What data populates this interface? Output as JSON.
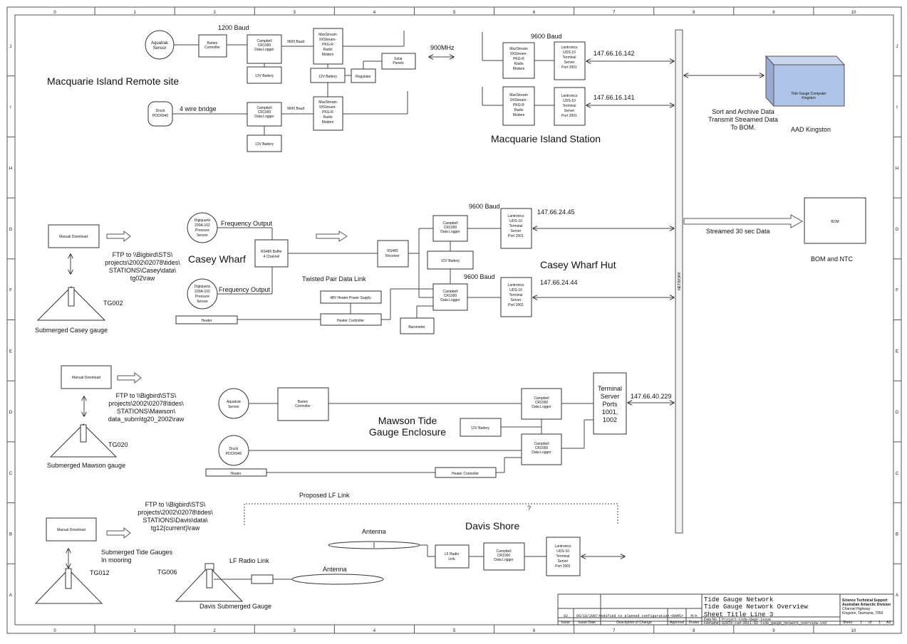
{
  "grid": {
    "columns": [
      "0",
      "1",
      "2",
      "3",
      "4",
      "5",
      "6",
      "7",
      "8",
      "9",
      "10"
    ],
    "rows": [
      "J",
      "I",
      "H",
      "G",
      "F",
      "E",
      "D",
      "C",
      "B",
      "A"
    ]
  },
  "macquarie": {
    "site_title": "Macquarie Island Remote site",
    "station_title": "Macquarie Island Station",
    "aquatrak": "Aquatrak\nSensor",
    "baud_1200": "1200 Baud",
    "bartex": "Bartex\nController",
    "campbell_a": "Campbell\nCR1000\nData Logger",
    "campbell_b": "Campbell\nCR1000\nData Logger",
    "baud_9600_a": "9600 Baud",
    "baud_9600_b": "9600 Baud",
    "modem_a": "MaxStream\n9XStream-\nPKG-R\nRadio\nModem",
    "modem_b": "MaxStream\n9XStream-\nPKG-R\nRadio\nModem",
    "battery_a": "12V Battery",
    "battery_b": "12V Battery",
    "battery_c": "12V Battery",
    "regulator": "Regulator",
    "solar": "Solar\nPanels",
    "freq_900": "900MHz",
    "druck": "Druck\nPDCR940",
    "wire_bridge": "4 wire bridge",
    "station_baud": "9600 Baud",
    "station_modem_a": "MaxStream\n9XStream-\nPKG-R\nRadio\nModem",
    "station_modem_b": "MaxStream\n9XStream-\nPKG-R\nRadio\nModem",
    "lantronics_a": "Lantronics\nUDS-10\nTerminal\nServer\nPort 2001",
    "lantronics_b": "Lantronics\nUDS-10\nTerminal\nServer\nPort 2001",
    "ip_a": "147.66.16.142",
    "ip_b": "147.66.16.141"
  },
  "kingston": {
    "box": "Tide Gauge Computer\nKingston",
    "note": "Sort and Archive Data\nTransmit Streamed Data\nTo BOM.",
    "label": "AAD Kingston"
  },
  "bom": {
    "box": "BOM",
    "stream": "Streamed 30 sec Data",
    "label": "BOM and NTC"
  },
  "network_label": "NETWORK",
  "casey": {
    "manual": "Manual Download",
    "ftp": "FTP to \\\\Bigbird\\STS\\\nprojects\\2002\\02078\\tides\\\nSTATIONS\\Casey\\data\\\ntg02\\raw",
    "gauge_id": "TG002",
    "gauge_caption": "Submerged Casey gauge",
    "digiquartz_a": "Digiquartz\n230A-102\nPressure\nSensor",
    "digiquartz_b": "Digiquartz\n230A-102\nPressure\nSensor",
    "freq_a": "Frequency Output",
    "freq_b": "Frequency Output",
    "wharf_title": "Casey Wharf",
    "rs485_buffer": "RS485 Buffer\n4 Channel",
    "rs485_receiver": "RS485\nReceiver",
    "twisted_pair": "Twisted Pair Data Link",
    "heater_power": "48V Heater Power Supply",
    "heater": "Heater",
    "heater_controller": "Heater Controller",
    "barometer": "Barometer",
    "battery": "12V Battery",
    "baud_a": "9600 Baud",
    "baud_b": "9600 Baud",
    "campbell_a": "Campbell\nCR1000\nData Logger",
    "campbell_b": "Campbell\nCR1000\nData Logger",
    "lantronics_a": "Lantronics\nUDS-10\nTerminal\nServer\nPort 2001",
    "lantronics_b": "Lantronics\nUDS-10\nTerminal\nServer\nPort 2001",
    "ip_a": "147.66.24.45",
    "ip_b": "147.66.24.44",
    "hut_title": "Casey Wharf Hut"
  },
  "mawson": {
    "manual": "Manual Download",
    "ftp": "FTP to \\\\Bigbird\\STS\\\nprojects\\2002\\02078\\tides\\\nSTATIONS\\Mawson\\\ndata_subm\\tg20_2002\\raw",
    "gauge_id": "TG020",
    "gauge_caption": "Submerged Mawson gauge",
    "aquatrak": "Aquatrak\nSensor",
    "bartex": "Bartex\nController",
    "druck": "Druck\nPDCR940",
    "heater": "Heater",
    "heater_controller": "Heater Controller",
    "battery": "12V Battery",
    "campbell_a": "Campbell\nCR1000\nData Logger",
    "campbell_b": "Campbell\nCR1000\nData Logger",
    "terminal": "Terminal\nServer\nPorts\n1001,\n1002",
    "ip": "147.66.40.229",
    "enclosure_title": "Mawson Tide\nGauge Enclosure"
  },
  "davis": {
    "manual": "Manual Download",
    "ftp": "FTP to \\\\Bigbird\\STS\\\nprojects\\2002\\02078\\tides\\\nSTATIONS\\Davis\\data\\\ntg12(current)\\raw",
    "proposed_link": "Proposed LF Link",
    "question": "?",
    "shore_title": "Davis Shore",
    "antenna_a": "Antenna",
    "antenna_b": "Antenna",
    "mooring": "Submerged Tide Gauges\nIn mooring",
    "tg012": "TG012",
    "tg006": "TG006",
    "lf_radio_link": "LF Radio Link",
    "lf_radio": "LF Radio\nLink",
    "campbell": "Campbell\nCR1000\nData Logger",
    "lantronics": "Lantronics\nUDS-10\nTerminal\nServer\nPort 2001",
    "caption": "Davis Submerged Gauge"
  },
  "title_block": {
    "title1": "Tide Gauge Network",
    "title2": "Tide Gauge Network Overview",
    "title3": "Sheet Title Line 3",
    "org1": "Science Technical Support",
    "org2": "Australian Antarctic Division",
    "org3": "Channel Highway",
    "org4": "Kingston, Tasmania, 7050",
    "rev_issue": "02",
    "rev_date": "05/10/2007",
    "rev_desc": "Modified to planned configuration",
    "rev_approval": "<RAM5>",
    "rev_drawn": "M/A",
    "col_issue": "Issue",
    "col_date": "Issue Date",
    "col_desc": "Description of Change",
    "col_approval": "Approval",
    "col_drawn": "Drawn",
    "dwg_label": "Dwg No.",
    "dwg_value": "Project-Code-Dwg#-Issue",
    "file_label": "Filename",
    "file_value": "02078-cad-0011-02-tide_gauge_network_overview.vsd",
    "sheet_label": "Sheet",
    "sheet_num": "1",
    "sheet_of": "of",
    "sheet_total": "1",
    "size": "A3"
  }
}
